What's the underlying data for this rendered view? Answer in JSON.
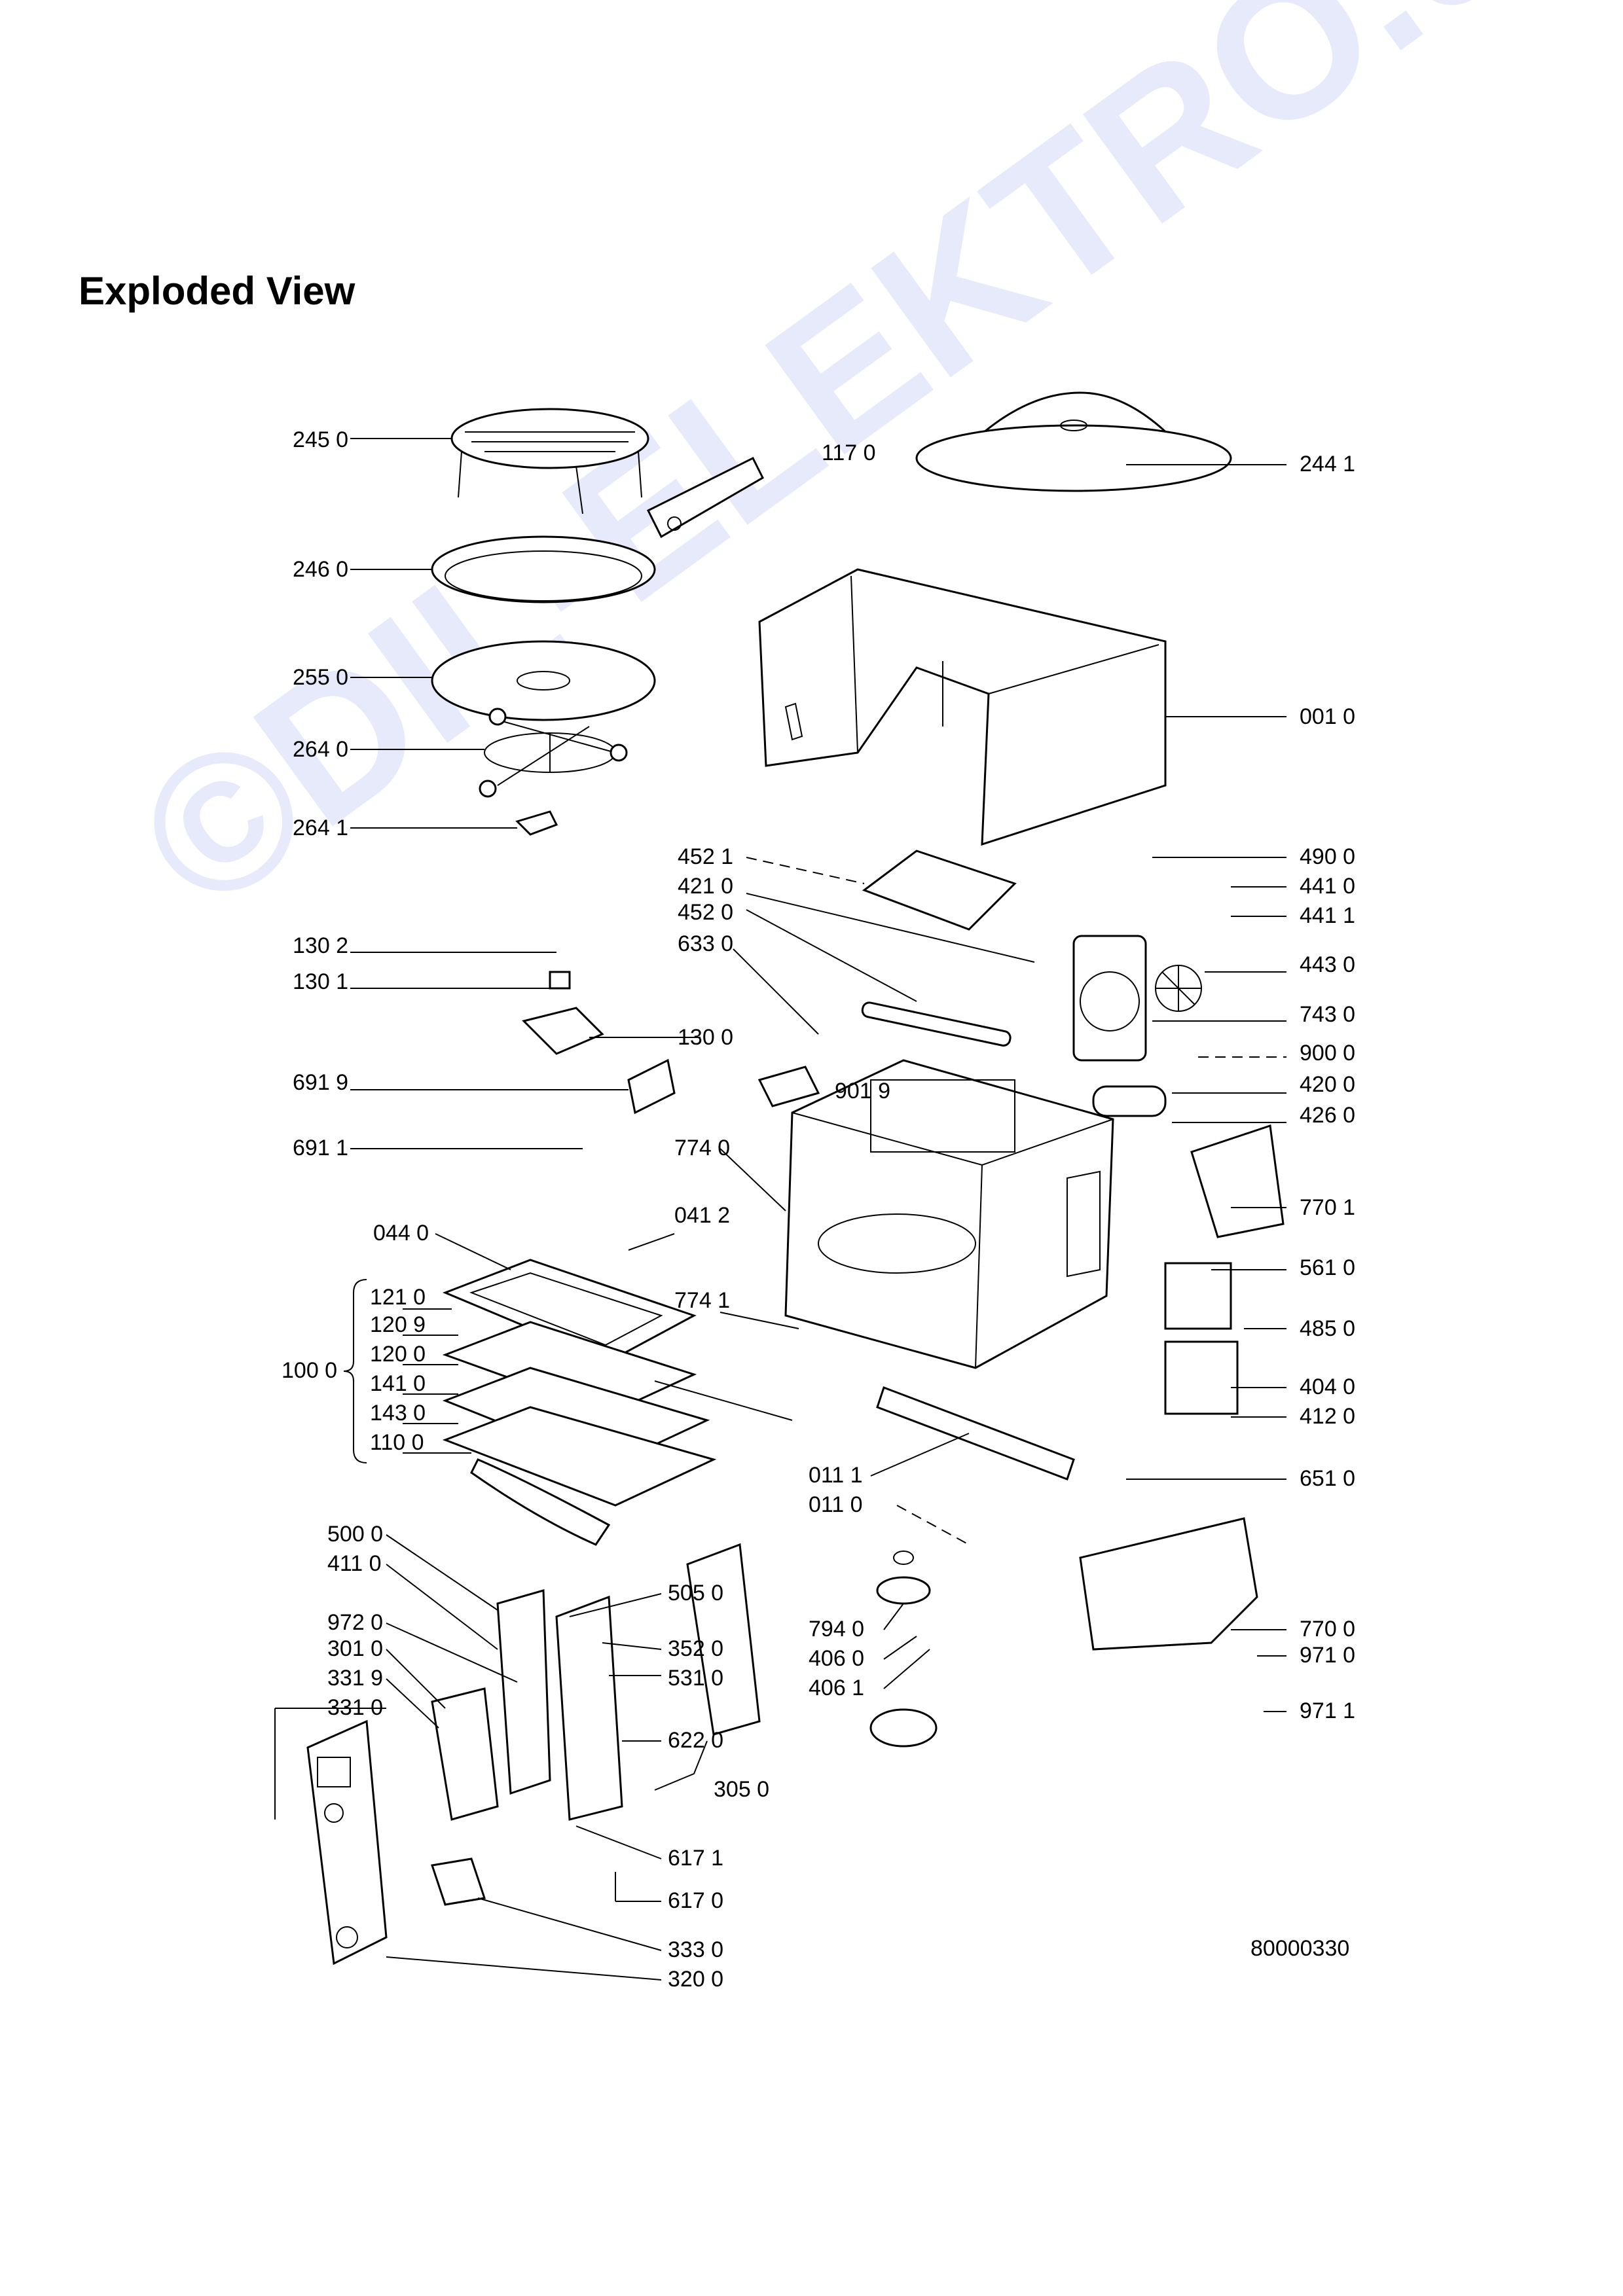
{
  "title": "Exploded View",
  "document_number": "80000330",
  "watermark": "©DIL-ELEKTRO.cz",
  "labels": {
    "l2450": "245 0",
    "l1170": "117 0",
    "l2441": "244 1",
    "l2460": "246 0",
    "l2550": "255 0",
    "l0010": "001 0",
    "l2640": "264 0",
    "l2641": "264 1",
    "l4521": "452 1",
    "l4210": "421 0",
    "l4520": "452 0",
    "l6330": "633 0",
    "l4900": "490 0",
    "l4410": "441 0",
    "l4411": "441 1",
    "l4430": "443 0",
    "l1302": "130 2",
    "l1301": "130 1",
    "l1300": "130 0",
    "l7430": "743 0",
    "l9000": "900 0",
    "l4200": "420 0",
    "l4260": "426 0",
    "l6919": "691 9",
    "l9019": "901 9",
    "l6911": "691 1",
    "l7740": "774 0",
    "l7701": "770 1",
    "l0440": "044 0",
    "l0412": "041 2",
    "l5610": "561 0",
    "l1210": "121 0",
    "l1209": "120 9",
    "l1200": "120 0",
    "l1000": "100 0",
    "l1410": "141 0",
    "l1430": "143 0",
    "l1100": "110 0",
    "l7741": "774 1",
    "l4850": "485 0",
    "l4040": "404 0",
    "l4120": "412 0",
    "l0111": "011 1",
    "l0110": "011 0",
    "l6510": "651 0",
    "l5000": "500 0",
    "l4110": "411 0",
    "l5050": "505 0",
    "l9720": "972 0",
    "l3010": "301 0",
    "l3319": "331 9",
    "l3310": "331 0",
    "l3520": "352 0",
    "l5310": "531 0",
    "l7940": "794 0",
    "l4060": "406 0",
    "l4061": "406 1",
    "l7700": "770 0",
    "l9710": "971 0",
    "l9711": "971 1",
    "l6220": "622 0",
    "l3050": "305 0",
    "l6171": "617 1",
    "l6170": "617 0",
    "l3330": "333 0",
    "l3200": "320 0"
  }
}
